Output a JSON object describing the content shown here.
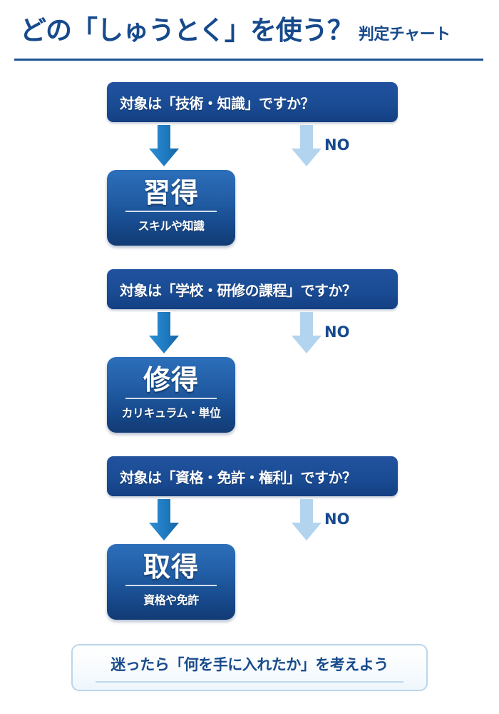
{
  "header": {
    "title_main": "どの「しゅうとく」を使う？",
    "title_sub": "判定チャート"
  },
  "colors": {
    "navy": "#174a8c",
    "question_box": "#1a4c95",
    "result_box_top": "#2d6fba",
    "result_box_bottom": "#123b74",
    "arrow_yes": "#1f7ac0",
    "arrow_no": "#b3d4ee",
    "footer_border": "#b9d6ec",
    "background": "#ffffff"
  },
  "branches": [
    {
      "question": "対象は「技術・知識」ですか？",
      "yes_arrow_icon": "arrow-down-icon",
      "no_arrow_icon": "arrow-down-icon",
      "no_label": "NO",
      "result_title": "習得",
      "result_subtitle": "スキルや知識"
    },
    {
      "question": "対象は「学校・研修の課程」ですか？",
      "yes_arrow_icon": "arrow-down-icon",
      "no_arrow_icon": "arrow-down-icon",
      "no_label": "NO",
      "result_title": "修得",
      "result_subtitle": "カリキュラム・単位"
    },
    {
      "question": "対象は「資格・免許・権利」ですか？",
      "yes_arrow_icon": "arrow-down-icon",
      "no_arrow_icon": "arrow-down-icon",
      "no_label": "NO",
      "result_title": "取得",
      "result_subtitle": "資格や免許"
    }
  ],
  "footer": {
    "text": "迷ったら「何を手に入れたか」を考えよう"
  }
}
